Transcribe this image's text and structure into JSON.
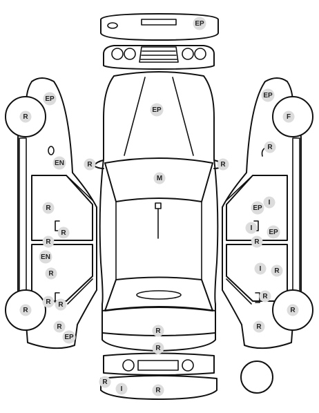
{
  "colors": {
    "line": "#111111",
    "marker_fill": "#dcdcdc",
    "marker_text": "#222222",
    "background": "#ffffff"
  },
  "markers": [
    {
      "code": "EP"
    },
    {
      "code": "EP"
    },
    {
      "code": "R"
    },
    {
      "code": "EP"
    },
    {
      "code": "EN"
    },
    {
      "code": "R"
    },
    {
      "code": "M"
    },
    {
      "code": "R"
    },
    {
      "code": "R"
    },
    {
      "code": "R"
    },
    {
      "code": "EN"
    },
    {
      "code": "R"
    },
    {
      "code": "R"
    },
    {
      "code": "R"
    },
    {
      "code": "R"
    },
    {
      "code": "R"
    },
    {
      "code": "EP"
    },
    {
      "code": "EP"
    },
    {
      "code": "F"
    },
    {
      "code": "R"
    },
    {
      "code": "R"
    },
    {
      "code": "I"
    },
    {
      "code": "EP"
    },
    {
      "code": "I"
    },
    {
      "code": "EP"
    },
    {
      "code": "R"
    },
    {
      "code": "I"
    },
    {
      "code": "R"
    },
    {
      "code": "R"
    },
    {
      "code": "R"
    },
    {
      "code": "R"
    },
    {
      "code": "R"
    },
    {
      "code": "R"
    },
    {
      "code": "I"
    },
    {
      "code": "R"
    },
    {
      "code": "R"
    }
  ]
}
